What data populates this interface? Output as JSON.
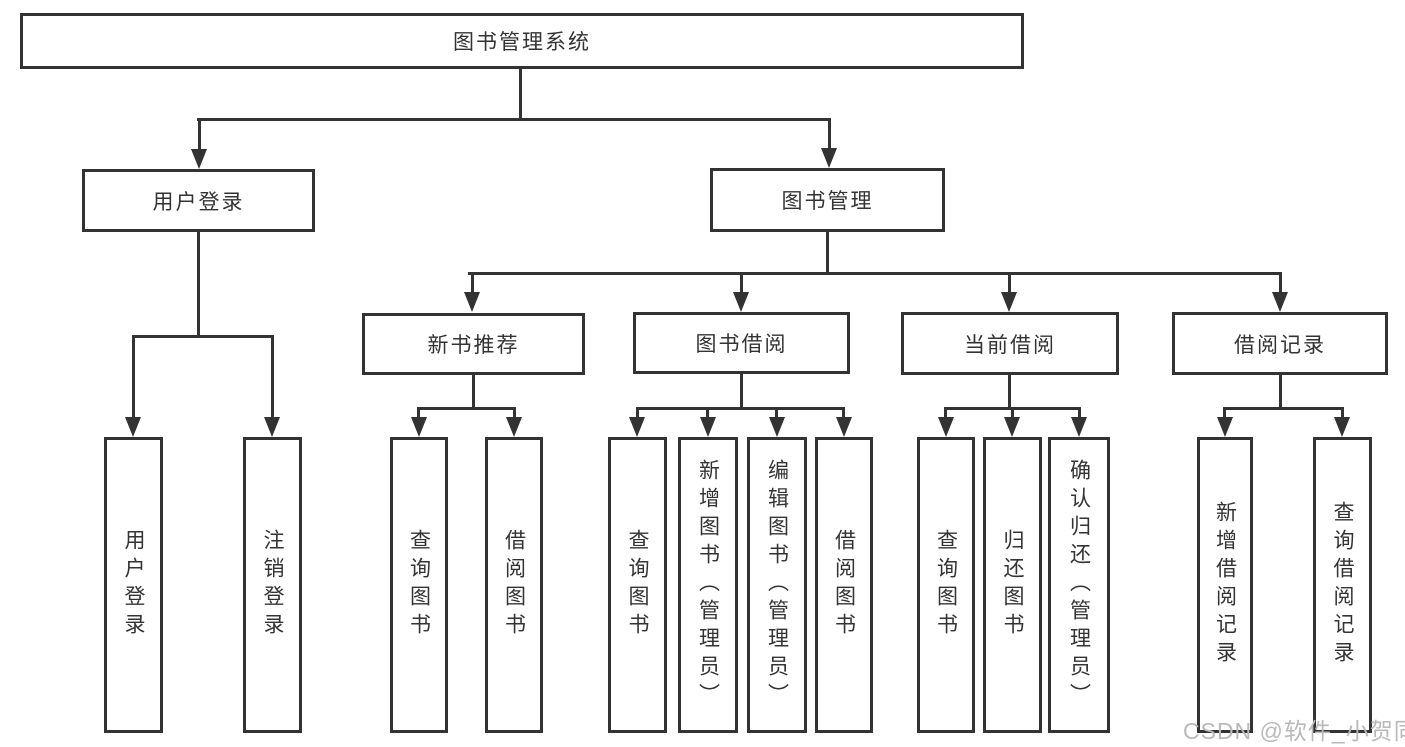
{
  "diagram_type": "hierarchy-tree",
  "colors": {
    "line": "#333333",
    "text": "#333333",
    "background": "#ffffff",
    "watermark": "#b9b9b9"
  },
  "watermark": {
    "text": "CSDN @软件_小贺同学"
  },
  "tree": {
    "root": {
      "label": "图书管理系统",
      "children": [
        {
          "label": "用户登录",
          "children": [
            {
              "label": "用户登录"
            },
            {
              "label": "注销登录"
            }
          ]
        },
        {
          "label": "图书管理",
          "children": [
            {
              "label": "新书推荐",
              "children": [
                {
                  "label": "查询图书"
                },
                {
                  "label": "借阅图书"
                }
              ]
            },
            {
              "label": "图书借阅",
              "children": [
                {
                  "label": "查询图书"
                },
                {
                  "label": "新增图书（管理员）"
                },
                {
                  "label": "编辑图书（管理员）"
                },
                {
                  "label": "借阅图书"
                }
              ]
            },
            {
              "label": "当前借阅",
              "children": [
                {
                  "label": "查询图书"
                },
                {
                  "label": "归还图书"
                },
                {
                  "label": "确认归还（管理员）"
                }
              ]
            },
            {
              "label": "借阅记录",
              "children": [
                {
                  "label": "新增借阅记录"
                },
                {
                  "label": "查询借阅记录"
                }
              ]
            }
          ]
        }
      ]
    }
  }
}
